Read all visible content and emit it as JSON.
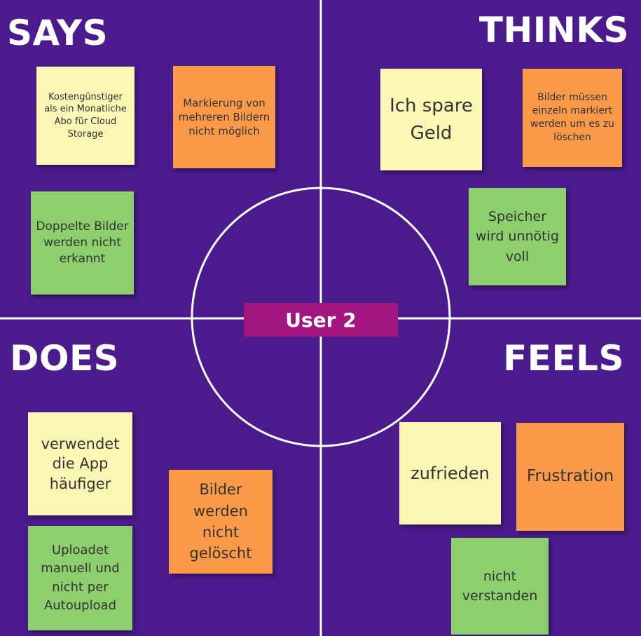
{
  "quadrants": {
    "says": "SAYS",
    "thinks": "THINKS",
    "does": "DOES",
    "feels": "FEELS"
  },
  "center_label": "User 2",
  "colors": {
    "background": "#4b1b8d",
    "center_label": "#a3167f",
    "yellow_note": "#fbf6b4",
    "orange_note": "#fa9a48",
    "green_note": "#8ccf6c"
  },
  "notes": {
    "says_1": "Kostengünstiger als ein Monatliche Abo für Cloud Storage",
    "says_2": "Markierung von mehreren Bildern nicht möglich",
    "says_3": "Doppelte Bilder werden nicht erkannt",
    "thinks_1": "Ich spare Geld",
    "thinks_2": "Bilder müssen einzeln markiert werden um es zu löschen",
    "thinks_3": "Speicher wird unnötig voll",
    "does_1": "verwendet die App häufiger",
    "does_2": "Bilder werden nicht gelöscht",
    "does_3": "Uploadet manuell und nicht per Autoupload",
    "feels_1": "zufrieden",
    "feels_2": "Frustration",
    "feels_3": "nicht verstanden"
  }
}
